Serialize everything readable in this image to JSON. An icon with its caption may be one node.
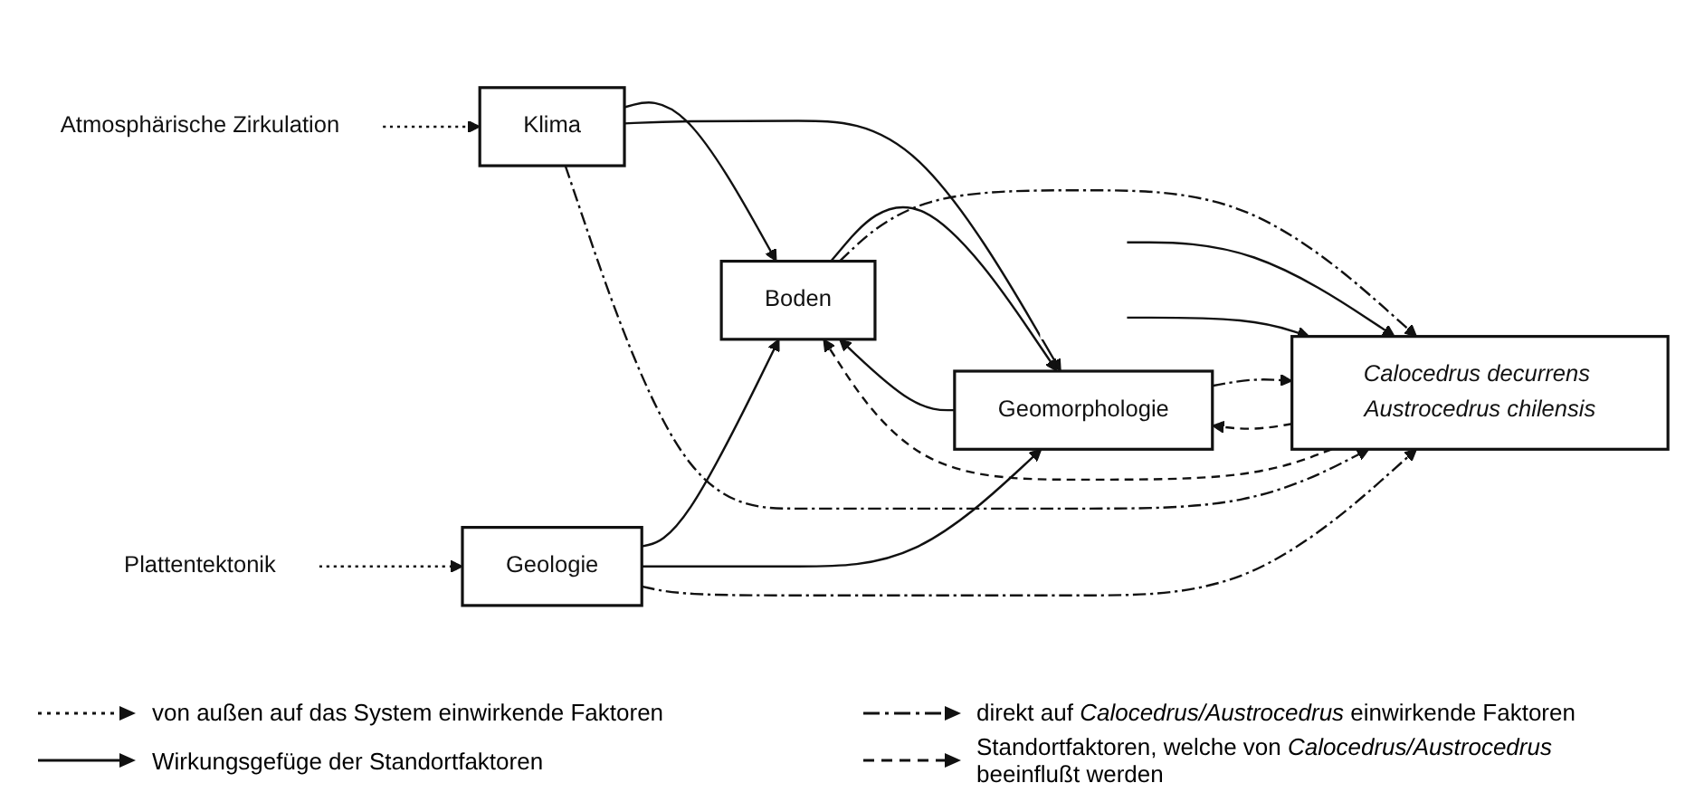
{
  "diagram": {
    "nodes": [
      {
        "text": [
          "Klima"
        ]
      },
      {
        "text": [
          "Geologie"
        ]
      },
      {
        "text": [
          "Boden"
        ]
      },
      {
        "text": [
          "Geomorphologie"
        ]
      },
      {
        "text": [
          "Calocedrus decurrens Austrocedrus chilensis"
        ]
      },
      {
        "text": [
          "Atmosphärische Zirkulation"
        ]
      },
      {
        "text": [
          "Plattentektonik"
        ]
      }
    ],
    "edges": [
      {
        "from": 5,
        "to": 0,
        "arrow": "to",
        "style": "dashed"
      },
      {
        "from": 6,
        "to": 1,
        "arrow": "to",
        "style": "dashed"
      },
      {
        "from": 0,
        "to": 2,
        "arrow": "to"
      },
      {
        "from": 0,
        "to": 3,
        "arrow": "to"
      },
      {
        "from": 1,
        "to": 2,
        "arrow": "to"
      },
      {
        "from": 1,
        "to": 3,
        "arrow": "to"
      },
      {
        "from": 2,
        "to": 3,
        "arrow": "to"
      },
      {
        "from": 3,
        "to": 2,
        "arrow": "to"
      },
      {
        "from": 0,
        "to": 4,
        "arrow": "to",
        "style": "dashed"
      },
      {
        "from": 1,
        "to": 4,
        "arrow": "to",
        "style": "dashed"
      },
      {
        "from": 2,
        "to": 4,
        "arrow": "to",
        "style": "dashed"
      },
      {
        "from": 3,
        "to": 4,
        "arrow": "to",
        "style": "dashed"
      },
      {
        "from": 4,
        "to": 3,
        "arrow": "to",
        "style": "dashed"
      },
      {
        "from": 4,
        "to": 2,
        "arrow": "to",
        "style": "dashed"
      },
      {
        "from": null,
        "to": 4,
        "arrow": "to"
      },
      {
        "from": null,
        "to": 4,
        "arrow": "to"
      }
    ],
    "legend": [
      {
        "text": "von außen auf das System einwirkende Faktoren"
      },
      {
        "text": "direkt auf *Calocedrus/Austrocedrus* einwirkende Faktoren"
      },
      {
        "text": "Wirkungsgefüge der Standortfaktoren"
      },
      {
        "text": "Standortfaktoren, welche von *Calocedrus/Austrocedrus* beeinflußt werden"
      }
    ]
  }
}
